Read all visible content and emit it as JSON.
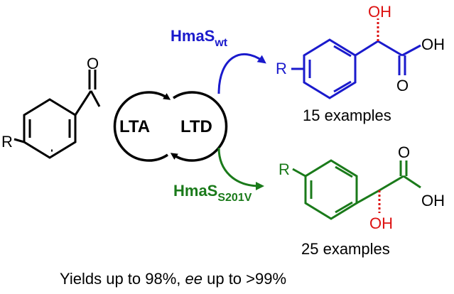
{
  "diagram": {
    "enzyme_top": {
      "name": "HmaS",
      "subscript": "wt",
      "color": "#1a1acc"
    },
    "enzyme_bottom": {
      "name": "HmaS",
      "subscript": "S201V",
      "color": "#1a7a1a"
    },
    "cycle_left": "LTA",
    "cycle_right": "LTD",
    "substrate": {
      "R": "R",
      "O": "O"
    },
    "product_top": {
      "R": "R",
      "OH_alpha": "OH",
      "OH_acid": "OH",
      "O_acid": "O",
      "note": "15 examples"
    },
    "product_bottom": {
      "R": "R",
      "OH_alpha": "OH",
      "OH_acid": "OH",
      "O_acid": "O",
      "note": "25 examples"
    },
    "footer": {
      "prefix": "Yields up to 98%, ",
      "ee": "ee",
      "suffix": " up to >99%"
    },
    "colors": {
      "black": "#000000",
      "blue": "#1a1acc",
      "green": "#1a7a1a",
      "red": "#dd1111"
    }
  }
}
